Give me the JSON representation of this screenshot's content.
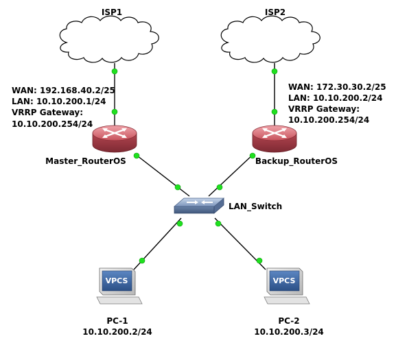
{
  "clouds": {
    "isp1": "ISP1",
    "isp2": "ISP2"
  },
  "master": {
    "name": "Master_RouterOS",
    "wan": "WAN: 192.168.40.2/25",
    "lan": "LAN: 10.10.200.1/24",
    "vrrp_label": "VRRP Gateway:",
    "vrrp_ip": "10.10.200.254/24"
  },
  "backup": {
    "name": "Backup_RouterOS",
    "wan": "WAN: 172.30.30.2/25",
    "lan": "LAN: 10.10.200.2/24",
    "vrrp_label": "VRRP Gateway:",
    "vrrp_ip": "10.10.200.254/24"
  },
  "switch": {
    "name": "LAN_Switch"
  },
  "pcs": [
    {
      "name": "PC-1",
      "ip": "10.10.200.2/24",
      "screen": "VPCS"
    },
    {
      "name": "PC-2",
      "ip": "10.10.200.3/24",
      "screen": "VPCS"
    }
  ],
  "colors": {
    "link": "#000000",
    "port": "#22dd22",
    "router_body": "#c8505a",
    "router_top": "#e27a82",
    "switch_body": "#6f88ad",
    "switch_top": "#9fb6d6",
    "pc_screen": "#3f6aa6"
  }
}
